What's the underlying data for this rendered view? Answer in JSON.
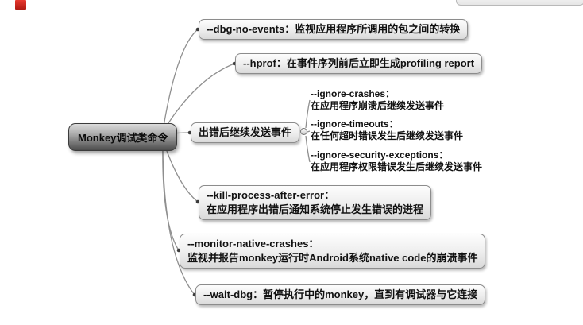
{
  "map": {
    "root": "Monkey调试类命令",
    "nodes": {
      "dbg_no_events": "--dbg-no-events：监视应用程序所调用的包之间的转换",
      "hprof": "--hprof：在事件序列前后立即生成profiling report",
      "continue_after_error": "出错后继续发送事件",
      "ignore_crashes_title": "--ignore-crashes：",
      "ignore_crashes_desc": "在应用程序崩溃后继续发送事件",
      "ignore_timeouts_title": "--ignore-timeouts：",
      "ignore_timeouts_desc": "在任何超时错误发生后继续发送事件",
      "ignore_security_title": "--ignore-security-exceptions：",
      "ignore_security_desc": "在应用程序权限错误发生后继续发送事件",
      "kill_process_title": "--kill-process-after-error：",
      "kill_process_desc": "在应用程序出错后通知系统停止发生错误的进程",
      "monitor_native_title": "--monitor-native-crashes：",
      "monitor_native_desc": "监视并报告monkey运行时Android系统native code的崩溃事件",
      "wait_dbg": "--wait-dbg：暂停执行中的monkey，直到有调试器与它连接"
    },
    "colors": {
      "connector": "#8f8f8f",
      "node_border": "#8c8c8c",
      "root_dark": "#4d4d4d",
      "artifact_red": "#c9251b"
    }
  }
}
